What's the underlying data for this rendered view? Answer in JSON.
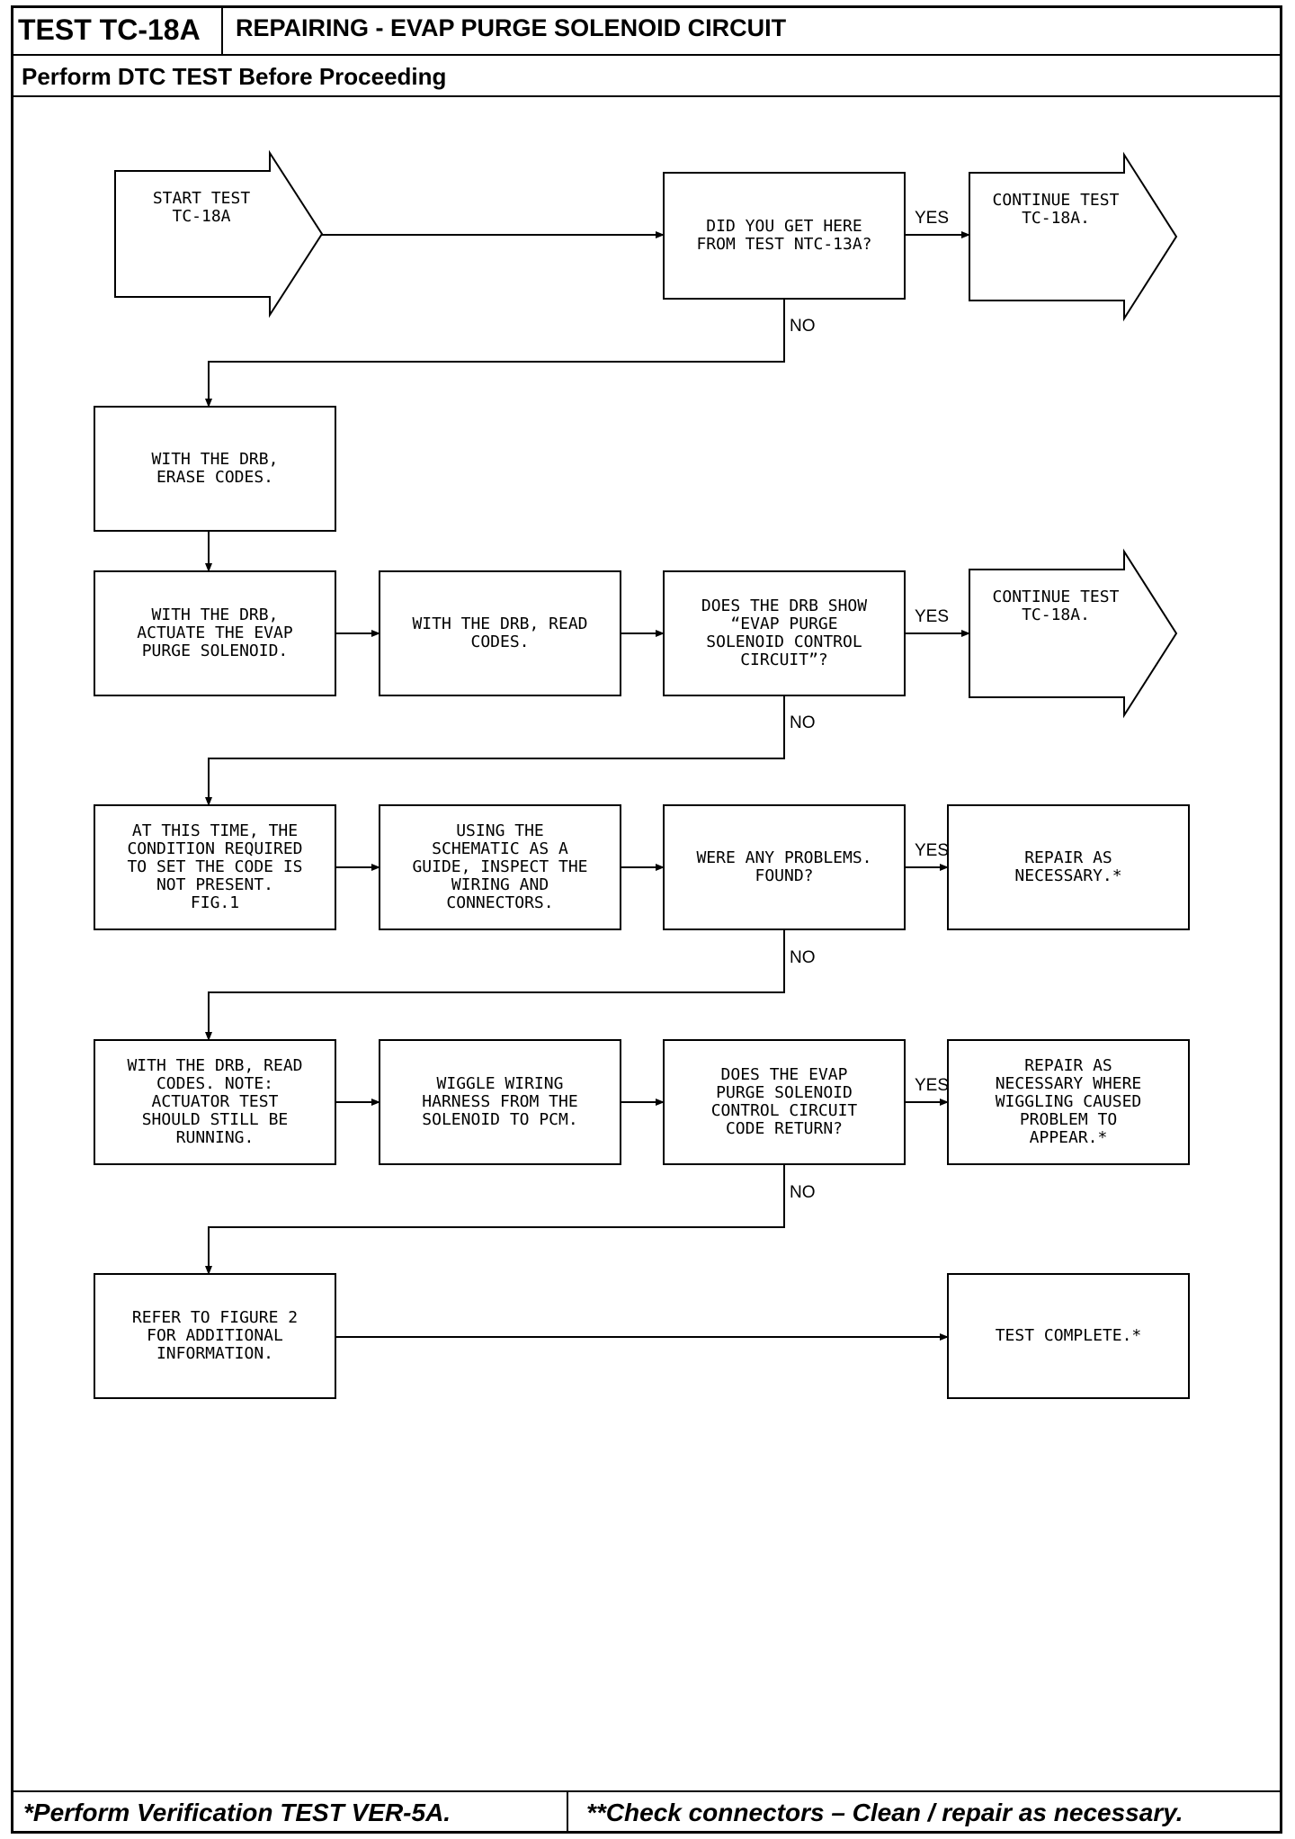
{
  "header": {
    "test_id": "TEST TC-18A",
    "title": "REPAIRING - EVAP PURGE SOLENOID CIRCUIT",
    "subtitle": "Perform DTC TEST Before Proceeding"
  },
  "footer": {
    "left": "*Perform Verification TEST VER-5A.",
    "right": "**Check connectors – Clean / repair as necessary."
  },
  "labels": {
    "yes": "YES",
    "no": "NO"
  },
  "nodes": {
    "start": [
      "START TEST",
      "TC-18A"
    ],
    "q_from_ntc13a": [
      "DID YOU GET HERE",
      "FROM TEST NTC-13A?"
    ],
    "continue_1": [
      "CONTINUE TEST",
      "TC-18A."
    ],
    "erase_codes": [
      "WITH THE DRB,",
      "ERASE CODES."
    ],
    "actuate": [
      "WITH THE DRB,",
      "ACTUATE THE EVAP",
      "PURGE SOLENOID."
    ],
    "read_codes_1": [
      "WITH THE DRB, READ",
      "CODES."
    ],
    "q_drb_show": [
      "DOES THE DRB SHOW",
      "“EVAP PURGE",
      "SOLENOID CONTROL",
      "CIRCUIT”?"
    ],
    "continue_2": [
      "CONTINUE TEST",
      "TC-18A."
    ],
    "not_present": [
      "AT THIS TIME, THE",
      "CONDITION REQUIRED",
      "TO SET THE CODE IS",
      "NOT PRESENT.",
      "FIG.1"
    ],
    "inspect": [
      "USING THE",
      "SCHEMATIC AS A",
      "GUIDE, INSPECT THE",
      "WIRING AND",
      "CONNECTORS."
    ],
    "q_problems": [
      "WERE ANY PROBLEMS.",
      "FOUND?"
    ],
    "repair_1": [
      "REPAIR AS",
      "NECESSARY.*"
    ],
    "read_codes_2": [
      "WITH THE DRB, READ",
      "CODES. NOTE:",
      "ACTUATOR TEST",
      "SHOULD STILL BE",
      "RUNNING."
    ],
    "wiggle": [
      "WIGGLE WIRING",
      "HARNESS FROM THE",
      "SOLENOID TO PCM."
    ],
    "q_code_return": [
      "DOES THE EVAP",
      "PURGE SOLENOID",
      "CONTROL CIRCUIT",
      "CODE RETURN?"
    ],
    "repair_2": [
      "REPAIR AS",
      "NECESSARY WHERE",
      "WIGGLING CAUSED",
      "PROBLEM TO",
      "APPEAR.*"
    ],
    "refer_fig2": [
      "REFER TO FIGURE 2",
      "FOR ADDITIONAL",
      "INFORMATION."
    ],
    "test_complete": [
      "TEST COMPLETE.*"
    ]
  }
}
